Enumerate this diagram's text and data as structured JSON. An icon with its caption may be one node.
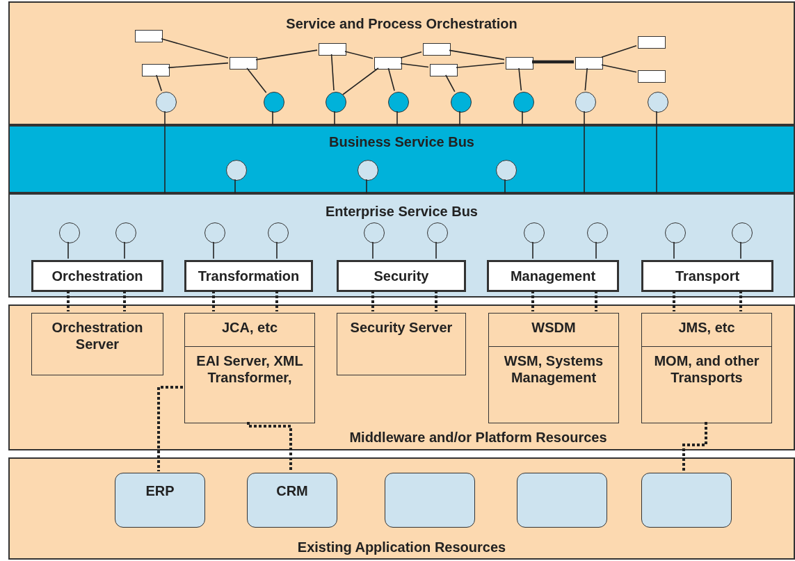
{
  "diagram": {
    "nodes": [
      {
        "text": [
          "Service and Process Orchestration"
        ]
      },
      {
        "text": [
          "Business Service Bus"
        ]
      },
      {
        "text": [
          "Enterprise Service Bus"
        ]
      },
      {
        "text": [
          "Middleware and/or Platform Resources"
        ]
      },
      {
        "text": [
          "Existing Application Resources"
        ]
      },
      {
        "text": [],
        "shape": "box",
        "in": 0
      },
      {
        "text": [],
        "shape": "box",
        "in": 0
      },
      {
        "text": [],
        "shape": "box",
        "in": 0
      },
      {
        "text": [],
        "shape": "box",
        "in": 0
      },
      {
        "text": [],
        "shape": "box",
        "in": 0
      },
      {
        "text": [],
        "shape": "box",
        "in": 0
      },
      {
        "text": [],
        "shape": "box",
        "in": 0
      },
      {
        "text": [],
        "shape": "box",
        "in": 0
      },
      {
        "text": [],
        "shape": "box",
        "in": 0
      },
      {
        "text": [],
        "shape": "box",
        "in": 0
      },
      {
        "text": [],
        "shape": "box",
        "in": 0
      },
      {
        "text": [],
        "shape": "circle",
        "in": 0
      },
      {
        "text": [],
        "shape": "circle",
        "in": 0
      },
      {
        "text": [],
        "shape": "circle",
        "in": 0
      },
      {
        "text": [],
        "shape": "circle",
        "in": 0
      },
      {
        "text": [],
        "shape": "circle",
        "in": 0
      },
      {
        "text": [],
        "shape": "circle",
        "in": 0
      },
      {
        "text": [],
        "shape": "circle",
        "in": 0
      },
      {
        "text": [],
        "shape": "circle",
        "in": 0
      },
      {
        "text": [],
        "shape": "circle",
        "in": 1
      },
      {
        "text": [],
        "shape": "circle",
        "in": 1
      },
      {
        "text": [],
        "shape": "circle",
        "in": 1
      },
      {
        "text": [],
        "shape": "circle",
        "in": 2
      },
      {
        "text": [],
        "shape": "circle",
        "in": 2
      },
      {
        "text": [],
        "shape": "circle",
        "in": 2
      },
      {
        "text": [],
        "shape": "circle",
        "in": 2
      },
      {
        "text": [],
        "shape": "circle",
        "in": 2
      },
      {
        "text": [],
        "shape": "circle",
        "in": 2
      },
      {
        "text": [],
        "shape": "circle",
        "in": 2
      },
      {
        "text": [],
        "shape": "circle",
        "in": 2
      },
      {
        "text": [],
        "shape": "circle",
        "in": 2
      },
      {
        "text": [],
        "shape": "circle",
        "in": 2
      },
      {
        "text": [
          "Orchestration"
        ],
        "in": 2
      },
      {
        "text": [
          "Transformation"
        ],
        "in": 2
      },
      {
        "text": [
          "Security"
        ],
        "in": 2
      },
      {
        "text": [
          "Management"
        ],
        "in": 2
      },
      {
        "text": [
          "Transport"
        ],
        "in": 2
      },
      {
        "text": [
          "Orchestration Server"
        ],
        "in": 3
      },
      {
        "text": [
          "JCA, etc",
          "EAI Server, XML Transformer,"
        ],
        "in": 3
      },
      {
        "text": [
          "Security Server"
        ],
        "in": 3
      },
      {
        "text": [
          "WSDM",
          "WSM, Systems Management"
        ],
        "in": 3
      },
      {
        "text": [
          "JMS, etc",
          "MOM, and other Transports"
        ],
        "in": 3
      },
      {
        "text": [
          "ERP"
        ],
        "in": 4
      },
      {
        "text": [
          "CRM"
        ],
        "in": 4
      },
      {
        "text": [],
        "shape": "box",
        "in": 4
      },
      {
        "text": [],
        "shape": "box",
        "in": 4
      },
      {
        "text": [],
        "shape": "box",
        "in": 4
      }
    ],
    "edges": [
      {
        "from": 5,
        "to": 7,
        "arrow": "none"
      },
      {
        "from": 6,
        "to": 7,
        "arrow": "none"
      },
      {
        "from": 7,
        "to": 8,
        "arrow": "none"
      },
      {
        "from": 8,
        "to": 9,
        "arrow": "none"
      },
      {
        "from": 9,
        "to": 10,
        "arrow": "none"
      },
      {
        "from": 9,
        "to": 11,
        "arrow": "none"
      },
      {
        "from": 10,
        "to": 12,
        "arrow": "none"
      },
      {
        "from": 11,
        "to": 12,
        "arrow": "none"
      },
      {
        "from": 12,
        "to": 13,
        "arrow": "none",
        "style": "thick"
      },
      {
        "from": 13,
        "to": 14,
        "arrow": "none"
      },
      {
        "from": 13,
        "to": 15,
        "arrow": "none"
      },
      {
        "from": 6,
        "to": 16,
        "arrow": "none"
      },
      {
        "from": 7,
        "to": 17,
        "arrow": "none"
      },
      {
        "from": 8,
        "to": 18,
        "arrow": "none"
      },
      {
        "from": 9,
        "to": 18,
        "arrow": "none"
      },
      {
        "from": 9,
        "to": 19,
        "arrow": "none"
      },
      {
        "from": 11,
        "to": 20,
        "arrow": "none"
      },
      {
        "from": 12,
        "to": 21,
        "arrow": "none"
      },
      {
        "from": 13,
        "to": 22,
        "arrow": "none"
      },
      {
        "from": 16,
        "to": 2,
        "arrow": "none"
      },
      {
        "from": 17,
        "to": 1,
        "arrow": "none"
      },
      {
        "from": 18,
        "to": 1,
        "arrow": "none"
      },
      {
        "from": 19,
        "to": 1,
        "arrow": "none"
      },
      {
        "from": 20,
        "to": 1,
        "arrow": "none"
      },
      {
        "from": 21,
        "to": 1,
        "arrow": "none"
      },
      {
        "from": 22,
        "to": 2,
        "arrow": "none"
      },
      {
        "from": 23,
        "to": 2,
        "arrow": "none"
      },
      {
        "from": 24,
        "to": 2,
        "arrow": "none"
      },
      {
        "from": 25,
        "to": 2,
        "arrow": "none"
      },
      {
        "from": 26,
        "to": 2,
        "arrow": "none"
      },
      {
        "from": 27,
        "to": 37,
        "arrow": "none"
      },
      {
        "from": 28,
        "to": 37,
        "arrow": "none"
      },
      {
        "from": 29,
        "to": 38,
        "arrow": "none"
      },
      {
        "from": 30,
        "to": 38,
        "arrow": "none"
      },
      {
        "from": 31,
        "to": 39,
        "arrow": "none"
      },
      {
        "from": 32,
        "to": 39,
        "arrow": "none"
      },
      {
        "from": 33,
        "to": 40,
        "arrow": "none"
      },
      {
        "from": 34,
        "to": 40,
        "arrow": "none"
      },
      {
        "from": 35,
        "to": 41,
        "arrow": "none"
      },
      {
        "from": 36,
        "to": 41,
        "arrow": "none"
      },
      {
        "from": 37,
        "to": 42,
        "arrow": "none",
        "style": "dashed"
      },
      {
        "from": 37,
        "to": 42,
        "arrow": "none",
        "style": "dashed"
      },
      {
        "from": 38,
        "to": 43,
        "arrow": "none",
        "style": "dashed"
      },
      {
        "from": 38,
        "to": 43,
        "arrow": "none",
        "style": "dashed"
      },
      {
        "from": 39,
        "to": 44,
        "arrow": "none",
        "style": "dashed"
      },
      {
        "from": 39,
        "to": 44,
        "arrow": "none",
        "style": "dashed"
      },
      {
        "from": 40,
        "to": 45,
        "arrow": "none",
        "style": "dashed"
      },
      {
        "from": 40,
        "to": 45,
        "arrow": "none",
        "style": "dashed"
      },
      {
        "from": 41,
        "to": 46,
        "arrow": "none",
        "style": "dashed"
      },
      {
        "from": 41,
        "to": 46,
        "arrow": "none",
        "style": "dashed"
      },
      {
        "from": 43,
        "to": 47,
        "arrow": "none",
        "style": "dashed"
      },
      {
        "from": 43,
        "to": 48,
        "arrow": "none",
        "style": "dashed"
      },
      {
        "from": 46,
        "to": 51,
        "arrow": "none",
        "style": "dashed"
      }
    ]
  }
}
